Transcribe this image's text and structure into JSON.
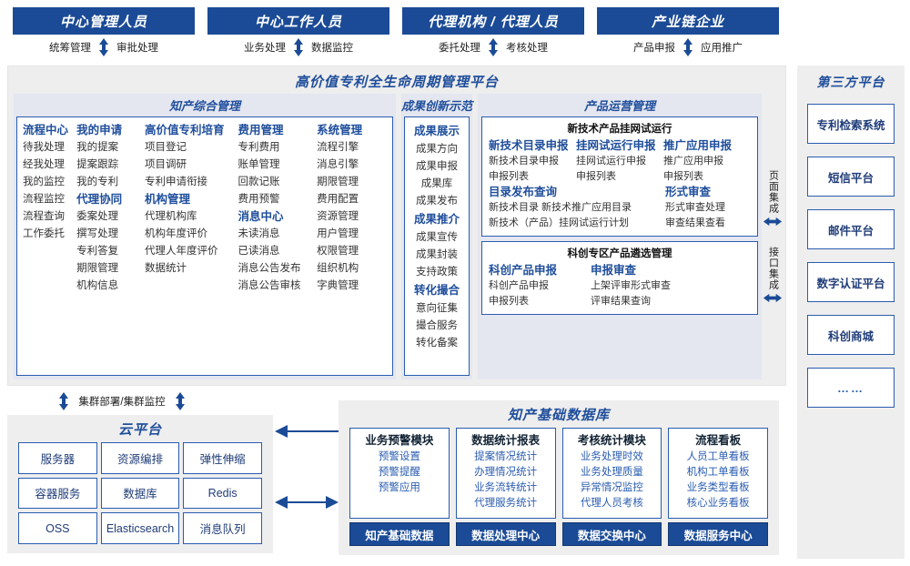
{
  "roles": [
    {
      "title": "中心管理人员",
      "left": "统筹管理",
      "right": "审批处理"
    },
    {
      "title": "中心工作人员",
      "left": "业务处理",
      "right": "数据监控"
    },
    {
      "title": "代理机构 / 代理人员",
      "left": "委托处理",
      "right": "考核处理"
    },
    {
      "title": "产业链企业",
      "left": "产品申报",
      "right": "应用推广"
    }
  ],
  "platform": {
    "title": "高价值专利全生命周期管理平台",
    "zoneA": {
      "title": "知产综合管理",
      "columns": [
        {
          "groups": [
            {
              "head": "流程中心",
              "items": [
                "待我处理",
                "经我处理",
                "我的监控",
                "流程监控",
                "流程查询",
                "工作委托"
              ]
            }
          ]
        },
        {
          "groups": [
            {
              "head": "我的申请",
              "items": [
                "我的提案",
                "提案跟踪",
                "我的专利"
              ]
            },
            {
              "head": "代理协同",
              "items": [
                "委案处理",
                "撰写处理",
                "专利答复",
                "期限管理",
                "机构信息"
              ]
            }
          ]
        },
        {
          "groups": [
            {
              "head": "高价值专利培育",
              "items": [
                "项目登记",
                "项目调研",
                "专利申请衔接"
              ]
            },
            {
              "head": "机构管理",
              "items": [
                "代理机构库",
                "机构年度评价",
                "代理人年度评价",
                "数据统计"
              ]
            }
          ]
        },
        {
          "groups": [
            {
              "head": "费用管理",
              "items": [
                "专利费用",
                "账单管理",
                "回款记账",
                "费用预警"
              ]
            },
            {
              "head": "消息中心",
              "items": [
                "未读消息",
                "已读消息",
                "消息公告发布",
                "消息公告审核"
              ]
            }
          ]
        },
        {
          "groups": [
            {
              "head": "系统管理",
              "items": [
                "流程引擎",
                "消息引擎",
                "期限管理",
                "费用配置",
                "资源管理",
                "用户管理",
                "权限管理",
                "组织机构",
                "字典管理"
              ]
            }
          ]
        }
      ]
    },
    "zoneB": {
      "title": "成果创新示范",
      "groups": [
        {
          "head": "成果展示",
          "items": [
            "成果方向",
            "成果申报",
            "成果库",
            "成果发布"
          ]
        },
        {
          "head": "成果推介",
          "items": [
            "成果宣传",
            "成果封装",
            "支持政策"
          ]
        },
        {
          "head": "转化撮合",
          "items": [
            "意向征集",
            "撮合服务",
            "转化备案"
          ]
        }
      ]
    },
    "zoneC": {
      "title": "产品运营管理",
      "boxes": [
        {
          "title": "新技术产品挂网试运行",
          "rows": [
            {
              "cells": [
                {
                  "head": "新技术目录申报",
                  "items": [
                    "新技术目录申报",
                    "申报列表"
                  ]
                },
                {
                  "head": "挂网试运行申报",
                  "items": [
                    "挂网试运行申报",
                    "申报列表"
                  ]
                },
                {
                  "head": "推广应用申报",
                  "items": [
                    "推广应用申报",
                    "申报列表"
                  ]
                }
              ]
            },
            {
              "cells": [
                {
                  "head": "目录发布查询",
                  "items": [
                    "新技术目录      新技术推广应用目录",
                    "新技术（产品）挂网试运行计划"
                  ]
                },
                {
                  "head": "形式审查",
                  "items": [
                    "形式审查处理",
                    "审查结果查看"
                  ]
                }
              ]
            }
          ]
        },
        {
          "title": "科创专区产品遴选管理",
          "rows": [
            {
              "cells": [
                {
                  "head": "科创产品申报",
                  "items": [
                    "科创产品申报",
                    "申报列表"
                  ]
                },
                {
                  "head": "申报审查",
                  "items": [
                    "上架评审形式审查",
                    "评审结果查询"
                  ]
                }
              ]
            }
          ]
        }
      ]
    },
    "rail": [
      {
        "text": "页面集成"
      },
      {
        "text": "接口集成"
      }
    ]
  },
  "third_party": {
    "title": "第三方平台",
    "items": [
      "专利检索系统",
      "短信平台",
      "邮件平台",
      "数字认证平台",
      "科创商城",
      "……"
    ]
  },
  "cluster_label": "集群部署/集群监控",
  "cloud": {
    "title": "云平台",
    "cells": [
      "服务器",
      "资源编排",
      "弹性伸缩",
      "容器服务",
      "数据库",
      "Redis",
      "OSS",
      "Elasticsearch",
      "消息队列"
    ]
  },
  "database": {
    "title": "知产基础数据库",
    "columns": [
      {
        "head": "业务预警模块",
        "items": [
          "预警设置",
          "预警提醒",
          "预警应用"
        ],
        "foot": "知产基础数据"
      },
      {
        "head": "数据统计报表",
        "items": [
          "提案情况统计",
          "办理情况统计",
          "业务流转统计",
          "代理服务统计"
        ],
        "foot": "数据处理中心"
      },
      {
        "head": "考核统计模块",
        "items": [
          "业务处理时效",
          "业务处理质量",
          "异常情况监控",
          "代理人员考核"
        ],
        "foot": "数据交换中心"
      },
      {
        "head": "流程看板",
        "items": [
          "人员工单看板",
          "机构工单看板",
          "业务类型看板",
          "核心业务看板"
        ],
        "foot": "数据服务中心"
      }
    ]
  },
  "colors": {
    "brand_navy": "#1b4b96",
    "brand_blue": "#1f4e9c",
    "border_blue": "#2a5cb0",
    "panel_gray": "#eeeeee",
    "zone_lavender": "#e4e6f0"
  }
}
